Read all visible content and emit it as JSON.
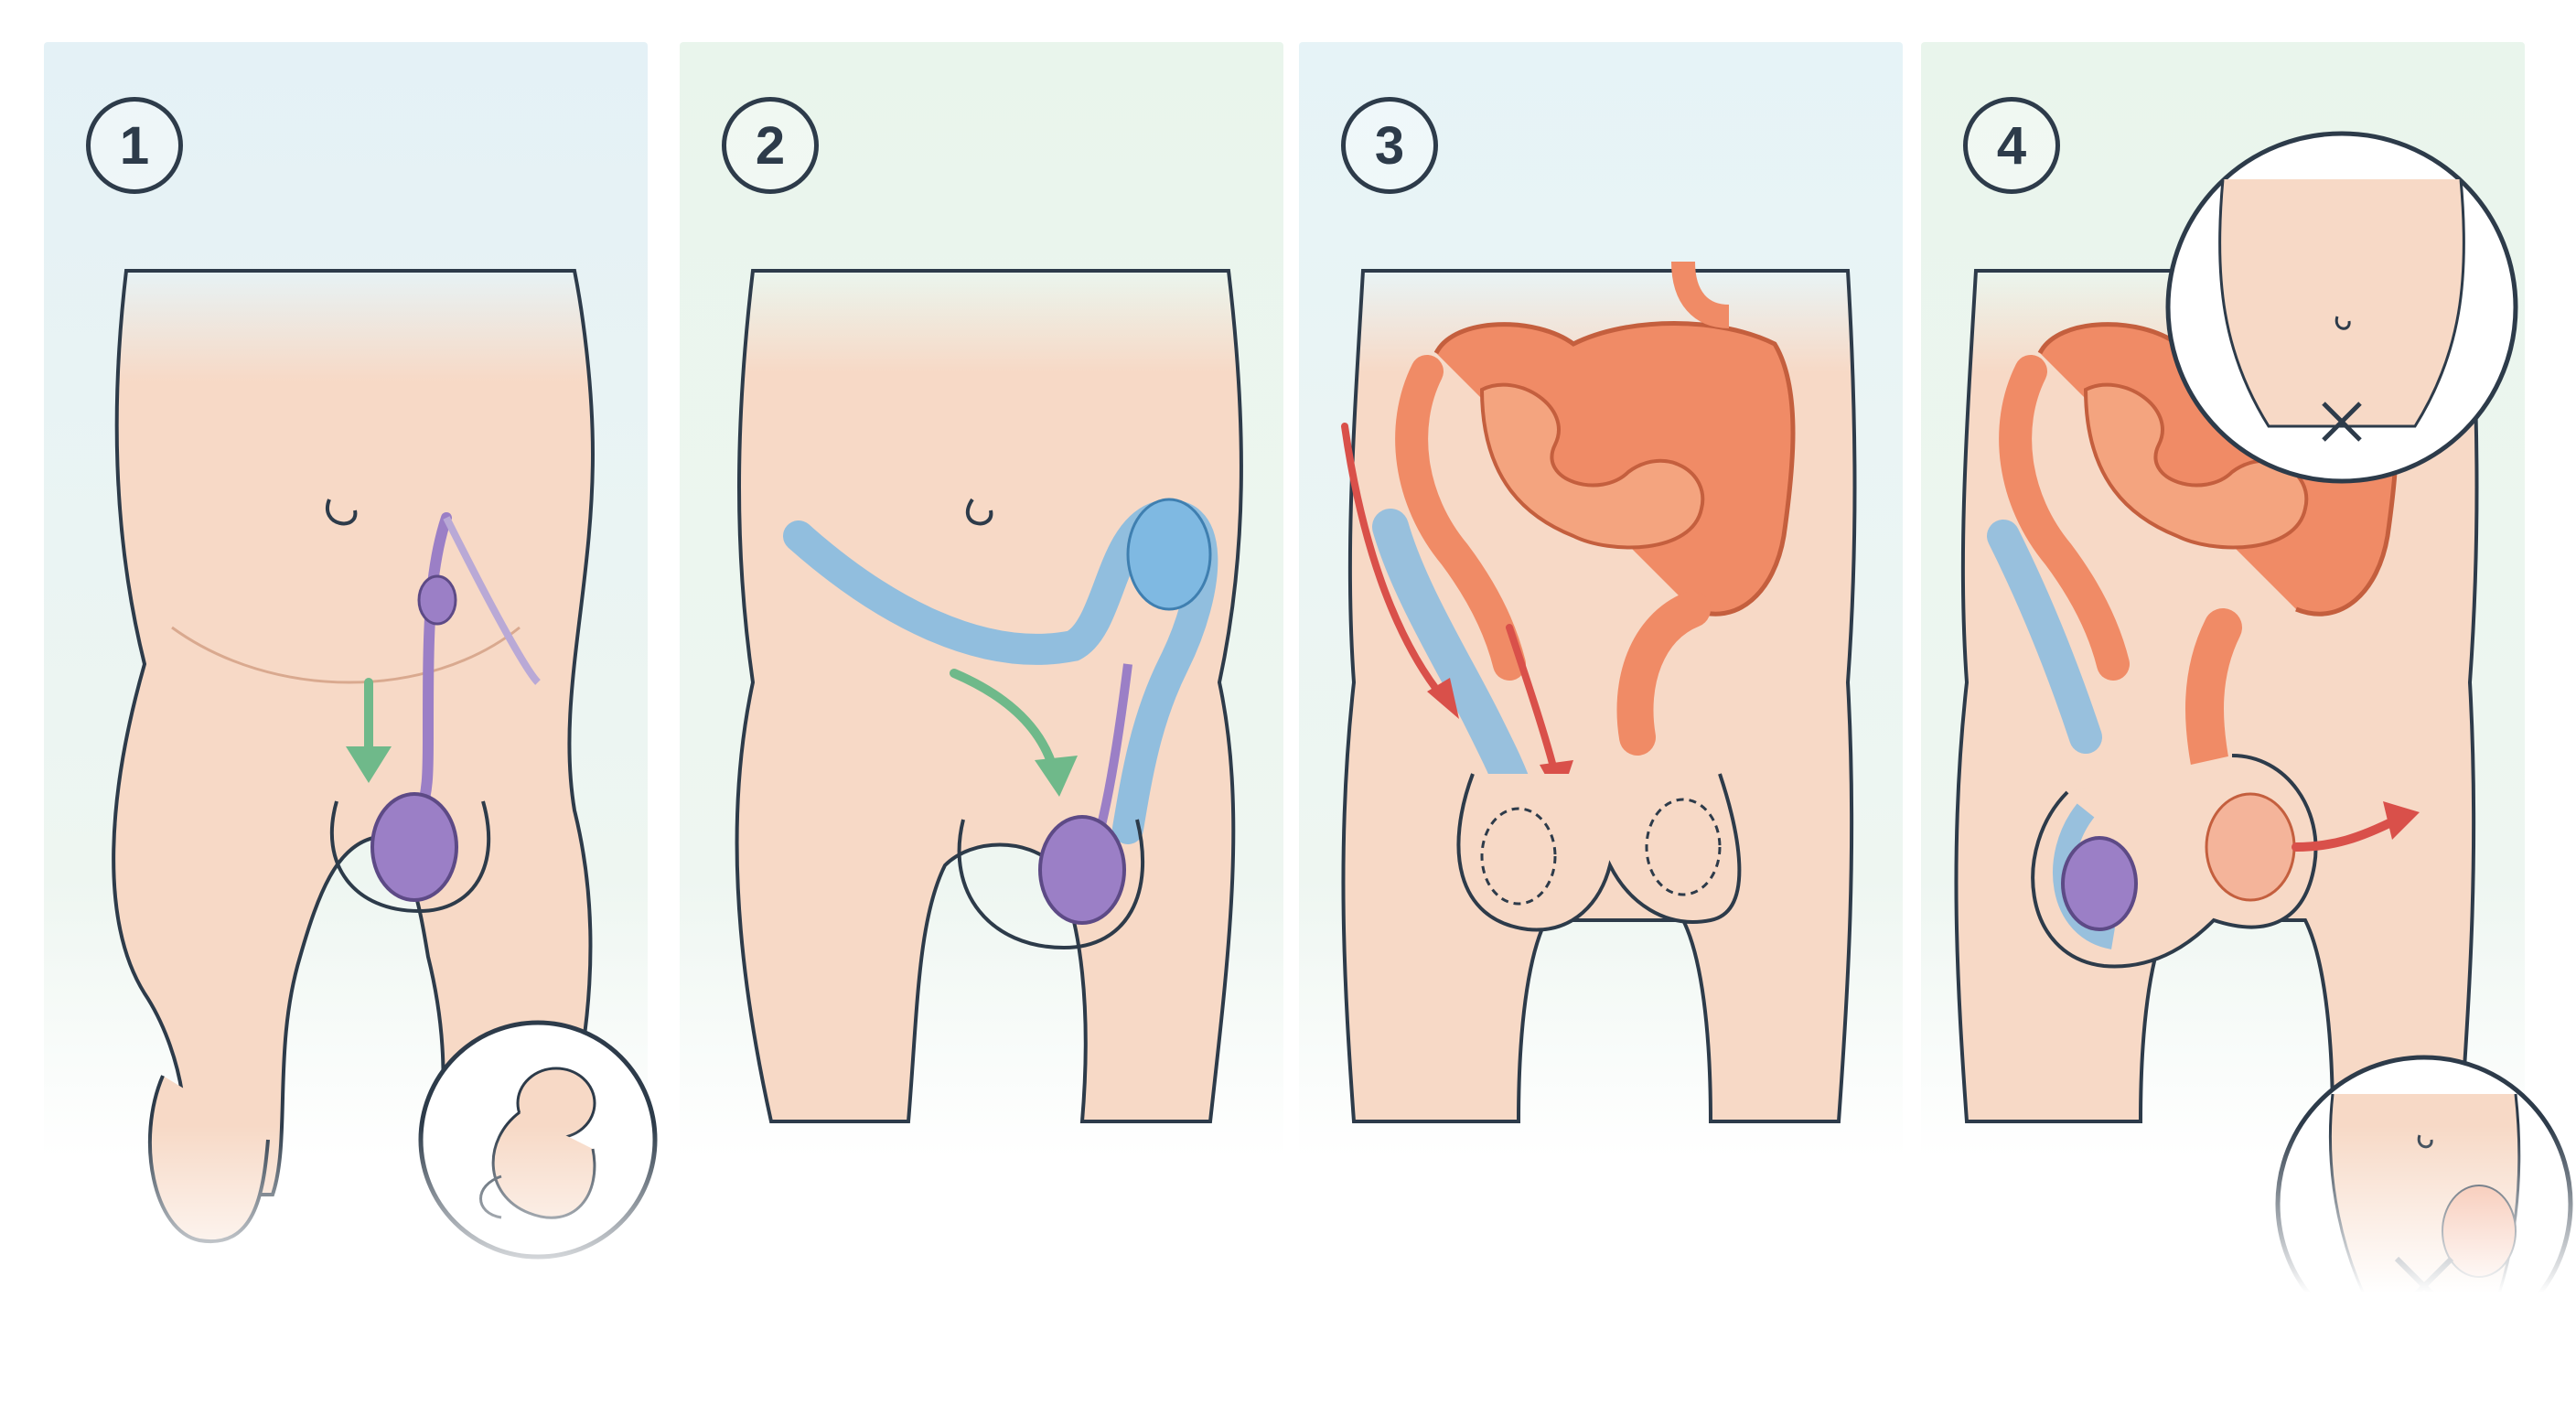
{
  "steps": [
    {
      "number": "1"
    },
    {
      "number": "2"
    },
    {
      "number": "3"
    },
    {
      "number": "4"
    }
  ],
  "colors": {
    "skin": "#f7d9c6",
    "skin_shadow": "#efc4aa",
    "outline": "#2d3b4a",
    "testis": "#9b7fc6",
    "sac_fluid": "#7fb9e2",
    "bowel": "#f08b66",
    "arrow_green": "#6fb98a",
    "arrow_red": "#d9504a",
    "bg_blue": "#e6f3f7",
    "bg_green": "#e9f5ea"
  },
  "icons": {
    "panel1_inset": "fetus-icon",
    "panel4_top_inset_mark": "x-mark-icon",
    "panel4_bottom_inset_mark": "x-mark-icon"
  }
}
